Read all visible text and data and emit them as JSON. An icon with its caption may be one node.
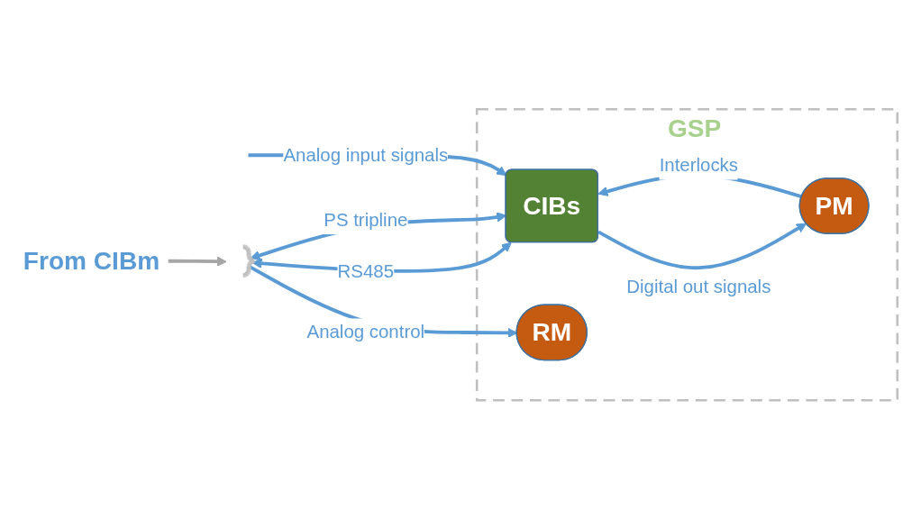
{
  "diagram": {
    "nodes": [
      {
        "text": [
          "GSP"
        ]
      },
      {
        "text": [
          "CIBs"
        ],
        "in": 0
      },
      {
        "text": [
          "PM"
        ],
        "in": 0
      },
      {
        "text": [
          "RM"
        ],
        "in": 0
      },
      {
        "text": [
          "From CIBm"
        ]
      },
      {
        "text": [],
        "shape": "bracket"
      }
    ],
    "edges": [
      {
        "from": 4,
        "to": 5,
        "arrow": "to",
        "color": "#a6a6a6"
      },
      {
        "from": 5,
        "to": 1,
        "label": "RS485",
        "arrow": "both"
      },
      {
        "from": 5,
        "to": 1,
        "label": "PS tripline",
        "arrow": "both"
      },
      {
        "from": 5,
        "to": 3,
        "label": "Analog control",
        "arrow": "to"
      },
      {
        "from": 2,
        "to": 1,
        "label": "Interlocks",
        "arrow": "to"
      },
      {
        "from": 1,
        "to": 2,
        "label": "Digital out signals",
        "arrow": "to"
      },
      {
        "from": null,
        "to": 1,
        "label": "Analog input signals",
        "arrow": "to"
      }
    ]
  }
}
